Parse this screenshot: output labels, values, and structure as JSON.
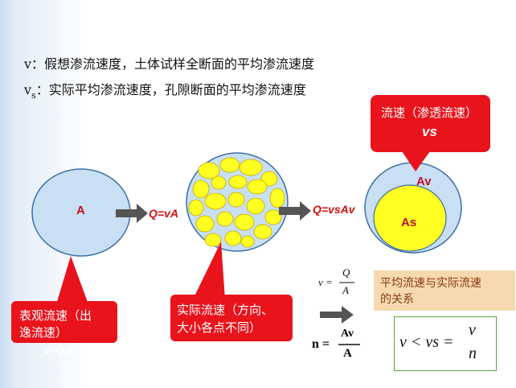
{
  "definitions": {
    "v_line": "v：假想渗流速度，土体试样全断面的平均渗流速度",
    "vs_symbol": "v",
    "vs_subscript": "s",
    "vs_text": "：实际平均渗流速度，孔隙断面的平均渗流速度"
  },
  "callouts": {
    "seepage_title": "流速（渗透流速）",
    "seepage_symbol": "vs",
    "apparent_line1": "表观流速（出",
    "apparent_line2": "逸流速）",
    "apparent_formula": "v=Q/A",
    "actual_line1": "实际流速（方向、",
    "actual_line2": "大小各点不同）"
  },
  "labels": {
    "circle_a": "A",
    "flow1": "Q=vA",
    "flow2": "Q=vsAv",
    "av": "Av",
    "as": "As"
  },
  "formulas": {
    "v_lhs": "v =",
    "v_num": "Q",
    "v_den": "A",
    "n_lhs": "n =",
    "n_num": "Av",
    "n_den": "A",
    "ineq_lhs": "v < vs =",
    "ineq_num": "v",
    "ineq_den": "n"
  },
  "relation": {
    "line1": "平均流速与实际流速",
    "line2": "的关系"
  },
  "colors": {
    "callout_red": "#e8131b",
    "circle_fill": "#c9dff3",
    "circle_stroke": "#3a6ea8",
    "particle_fill": "#ffff22",
    "particle_stroke": "#c8a800",
    "arrow": "#555555",
    "relation_bg": "#f7d9b0",
    "ineq_border": "#5aa63a"
  }
}
